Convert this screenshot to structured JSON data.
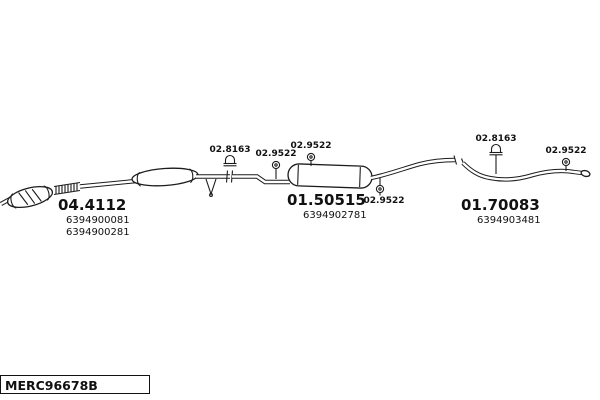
{
  "diagram": {
    "drawing_code": "MERC96678B",
    "parts": [
      {
        "number": "04.4112",
        "refs": [
          "6394900081",
          "6394900281"
        ]
      },
      {
        "number": "01.50515",
        "refs": [
          "6394902781"
        ]
      },
      {
        "number": "01.70083",
        "refs": [
          "6394903481"
        ]
      }
    ],
    "fittings": {
      "clamp": "02.8163",
      "hanger": "02.9522"
    },
    "colors": {
      "line": "#1c1c1c",
      "background": "#ffffff"
    }
  }
}
